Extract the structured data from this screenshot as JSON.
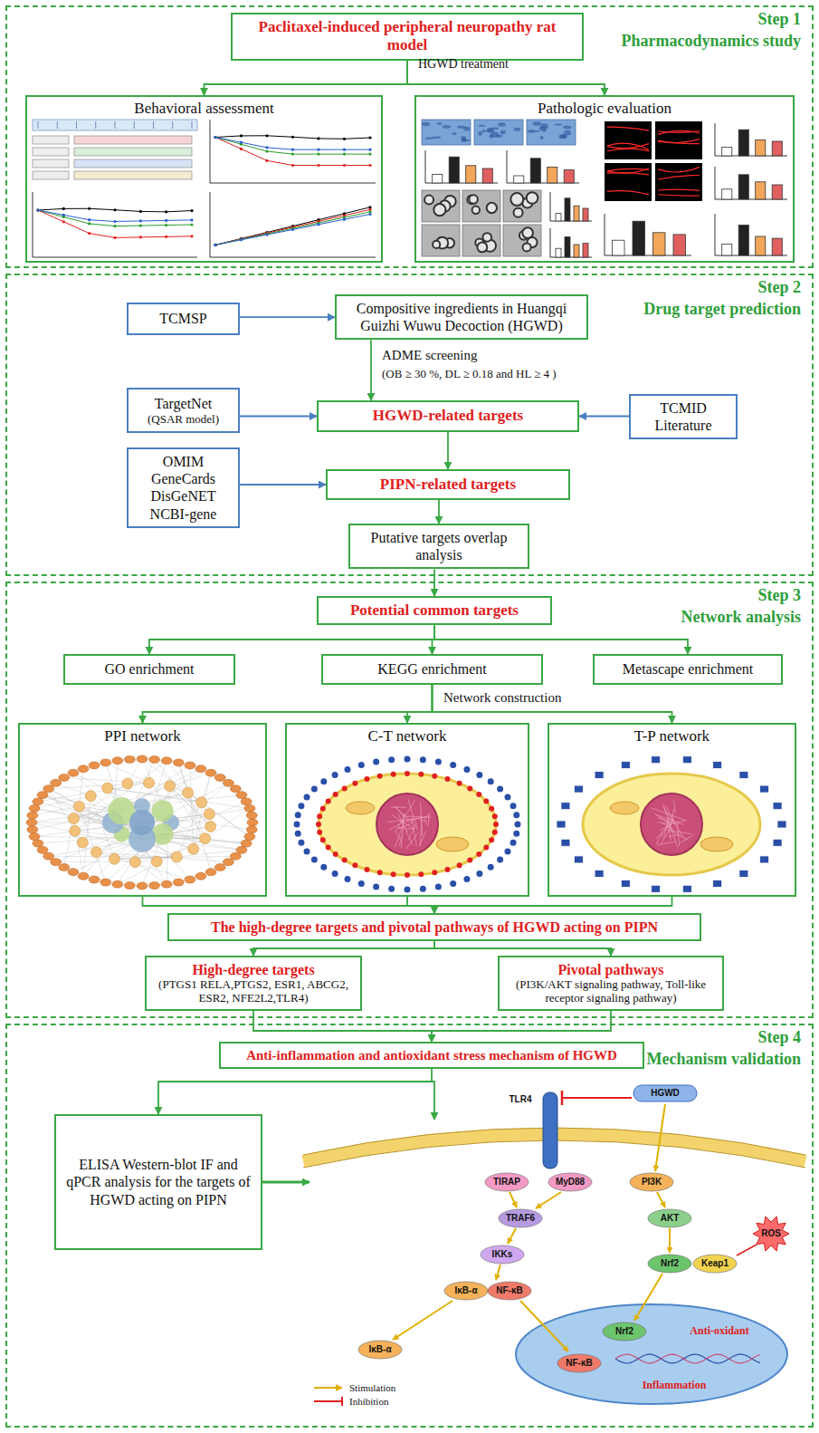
{
  "diagram": {
    "nodes": [
      {
        "text": [
          "Step 1",
          "Pharmacodynamics study"
        ]
      },
      {
        "text": [
          "Paclitaxel-induced peripheral neuropathy rat model"
        ],
        "in": 0
      },
      {
        "text": [
          "Behavioral assessment"
        ],
        "in": 0
      },
      {
        "text": [
          "Pathologic evaluation"
        ],
        "in": 0
      },
      {
        "text": [
          "Step 2",
          "Drug target prediction"
        ]
      },
      {
        "text": [
          "TCMSP"
        ],
        "in": 4
      },
      {
        "text": [
          "Compositive ingredients in Huangqi Guizhi Wuwu Decoction (HGWD)"
        ],
        "in": 4
      },
      {
        "text": [
          "TargetNet",
          "(QSAR model)"
        ],
        "in": 4
      },
      {
        "text": [
          "HGWD-related targets"
        ],
        "in": 4
      },
      {
        "text": [
          "TCMID Literature"
        ],
        "in": 4
      },
      {
        "text": [
          "OMIM GeneCards DisGeNET NCBI-gene"
        ],
        "in": 4
      },
      {
        "text": [
          "PIPN-related targets"
        ],
        "in": 4
      },
      {
        "text": [
          "Putative targets overlap analysis"
        ],
        "in": 4
      },
      {
        "text": [
          "Step 3",
          "Network analysis"
        ]
      },
      {
        "text": [
          "Potential common targets"
        ],
        "in": 13
      },
      {
        "text": [
          "GO enrichment"
        ],
        "in": 13
      },
      {
        "text": [
          "KEGG enrichment"
        ],
        "in": 13
      },
      {
        "text": [
          "Metascape enrichment"
        ],
        "in": 13
      },
      {
        "text": [
          "PPI network"
        ],
        "in": 13
      },
      {
        "text": [
          "C-T network"
        ],
        "in": 13
      },
      {
        "text": [
          "T-P network"
        ],
        "in": 13
      },
      {
        "text": [
          "The high-degree targets and pivotal pathways of HGWD acting on PIPN"
        ],
        "in": 13
      },
      {
        "text": [
          "High-degree targets",
          "(PTGS1 RELA,PTGS2, ESR1, ABCG2, ESR2, NFE2L2,TLR4)"
        ],
        "in": 13
      },
      {
        "text": [
          "Pivotal pathways",
          "(PI3K/AKT signaling pathway, Toll-like receptor signaling pathway)"
        ],
        "in": 13
      },
      {
        "text": [
          "Step 4",
          "Mechanism validation"
        ]
      },
      {
        "text": [
          "Anti-inflammation and antioxidant stress mechanism of HGWD"
        ],
        "in": 24
      },
      {
        "text": [
          "ELISA Western-blot IF and qPCR analysis for the targets of HGWD acting on PIPN"
        ],
        "in": 24
      }
    ],
    "edges": [
      {
        "from": 1,
        "to": 2,
        "arrow": "to"
      },
      {
        "from": 1,
        "to": 3,
        "arrow": "to"
      },
      {
        "from": 5,
        "to": 6,
        "arrow": "to"
      },
      {
        "from": 6,
        "to": 8,
        "arrow": "to"
      },
      {
        "from": 7,
        "to": 8,
        "arrow": "to"
      },
      {
        "from": 9,
        "to": 8,
        "arrow": "to"
      },
      {
        "from": 8,
        "to": 11,
        "arrow": "to"
      },
      {
        "from": 10,
        "to": 11,
        "arrow": "to"
      },
      {
        "from": 11,
        "to": 12,
        "arrow": "to"
      },
      {
        "from": 12,
        "to": 14,
        "arrow": "to"
      },
      {
        "from": 14,
        "to": 15,
        "arrow": "to"
      },
      {
        "from": 14,
        "to": 16,
        "arrow": "to"
      },
      {
        "from": 14,
        "to": 17,
        "arrow": "to"
      },
      {
        "from": 16,
        "to": 18,
        "arrow": "to"
      },
      {
        "from": 16,
        "to": 19,
        "arrow": "to"
      },
      {
        "from": 16,
        "to": 20,
        "arrow": "to"
      },
      {
        "from": 18,
        "to": 21,
        "arrow": "to"
      },
      {
        "from": 19,
        "to": 21,
        "arrow": "to"
      },
      {
        "from": 20,
        "to": 21,
        "arrow": "to"
      },
      {
        "from": 21,
        "to": 22,
        "arrow": "to"
      },
      {
        "from": 21,
        "to": 23,
        "arrow": "to"
      },
      {
        "from": 22,
        "to": 25,
        "arrow": "to"
      },
      {
        "from": 23,
        "to": 25,
        "arrow": "to"
      },
      {
        "from": 25,
        "to": 26,
        "arrow": "to"
      }
    ],
    "labels": [
      "HGWD treatment",
      "ADME screening",
      "(OB ≥ 30 %, DL ≥ 0.18 and HL ≥ 4 )",
      "Network construction",
      "HGWD",
      "TLR4",
      "TIRAP",
      "MyD88",
      "TRAF6",
      "IKKs",
      "IκB-α",
      "NF-κB",
      "IκB-α",
      "PI3K",
      "AKT",
      "Nrf2",
      "Keap1",
      "ROS",
      "NF-κB",
      "Nrf2",
      "Anti-oxidant",
      "Inflammation"
    ],
    "legend": [
      {
        "text": "Stimulation"
      },
      {
        "text": "Inhibition"
      }
    ]
  }
}
